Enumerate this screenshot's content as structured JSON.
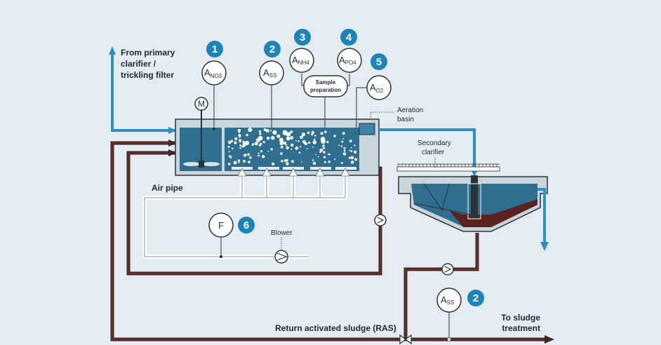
{
  "labels": {
    "from_primary": [
      "From primary",
      "clarifier /",
      "trickling filter"
    ],
    "aeration_basin": [
      "Aeration",
      "basin"
    ],
    "secondary_clarifier": [
      "Secondary",
      "clarifier"
    ],
    "air_pipe": "Air pipe",
    "blower": "Blower",
    "ras": "Return activated sludge (RAS)",
    "to_sludge": [
      "To sludge",
      "treatment"
    ],
    "sample_prep": [
      "Sample",
      "preparation"
    ],
    "motor": "M"
  },
  "badges": [
    "1",
    "2",
    "3",
    "4",
    "5",
    "6",
    "2"
  ],
  "instruments": {
    "no3": {
      "main": "A",
      "sub": "NO3"
    },
    "ss1": {
      "main": "A",
      "sub": "SS"
    },
    "nh4": {
      "main": "A",
      "sub": "NH4"
    },
    "po4": {
      "main": "A",
      "sub": "PO4"
    },
    "o2": {
      "main": "A",
      "sub": "O2"
    },
    "flow": {
      "main": "F"
    },
    "ss2": {
      "main": "A",
      "sub": "SS"
    }
  },
  "colors": {
    "background": "#e4ecf1",
    "water": "#2f6e8f",
    "water_light": "#3c84a8",
    "sludge": "#5a2320",
    "influent": "#2f8fc4",
    "badge": "#1c84b8",
    "outline": "#2b3338"
  }
}
